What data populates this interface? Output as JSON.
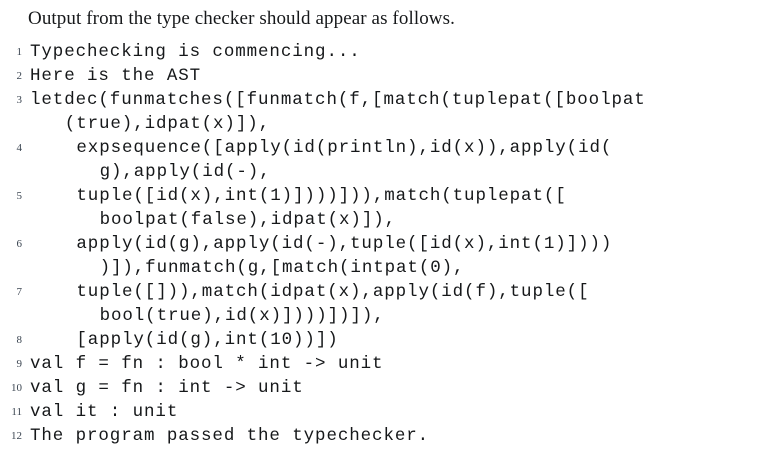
{
  "caption": "Output from the type checker should appear as follows.",
  "listing": {
    "language": "sml-output",
    "text_color": "#16181a",
    "gutter_color": "#3b4551",
    "background": "#ffffff",
    "lines": [
      {
        "number": "1",
        "indent": 0,
        "text": "Typechecking is commencing...",
        "continuation": ""
      },
      {
        "number": "2",
        "indent": 0,
        "text": "Here is the AST",
        "continuation": ""
      },
      {
        "number": "3",
        "indent": 0,
        "text": "letdec(funmatches([funmatch(f,[match(tuplepat([boolpat",
        "continuation": "(true),idpat(x)]),"
      },
      {
        "number": "4",
        "indent": 4,
        "text": "expsequence([apply(id(println),id(x)),apply(id(",
        "continuation": "g),apply(id(-),"
      },
      {
        "number": "5",
        "indent": 4,
        "text": "tuple([id(x),int(1)])))])),match(tuplepat([",
        "continuation": "boolpat(false),idpat(x)]),"
      },
      {
        "number": "6",
        "indent": 4,
        "text": "apply(id(g),apply(id(-),tuple([id(x),int(1)])))",
        "continuation": ")]),funmatch(g,[match(intpat(0),"
      },
      {
        "number": "7",
        "indent": 4,
        "text": "tuple([])),match(idpat(x),apply(id(f),tuple([",
        "continuation": "bool(true),id(x)])))])]),"
      },
      {
        "number": "8",
        "indent": 4,
        "text": "[apply(id(g),int(10))])",
        "continuation": ""
      },
      {
        "number": "9",
        "indent": 0,
        "text": "val f = fn : bool * int -> unit",
        "continuation": ""
      },
      {
        "number": "10",
        "indent": 0,
        "text": "val g = fn : int -> unit",
        "continuation": ""
      },
      {
        "number": "11",
        "indent": 0,
        "text": "val it : unit",
        "continuation": ""
      },
      {
        "number": "12",
        "indent": 0,
        "text": "The program passed the typechecker.",
        "continuation": ""
      }
    ]
  }
}
